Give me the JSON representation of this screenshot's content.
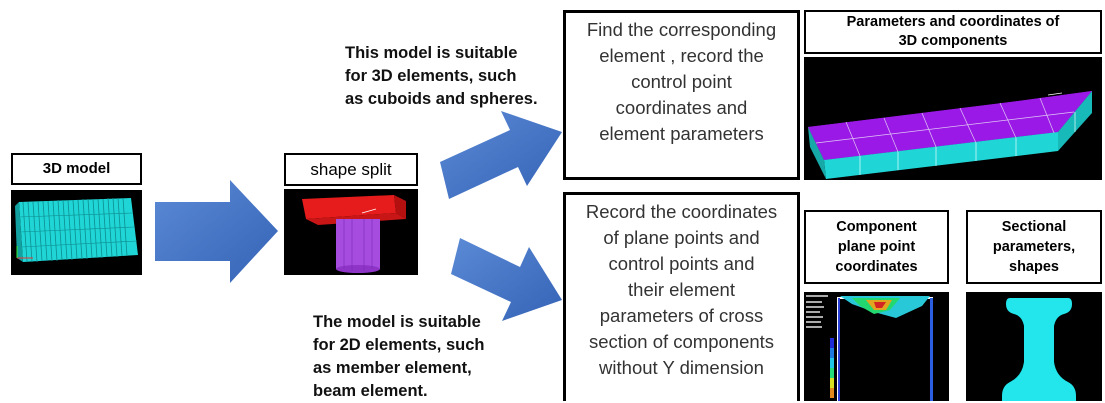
{
  "labels": {
    "model_3d": "3D model",
    "shape_split": "shape split",
    "params_3d": [
      "Parameters and coordinates of",
      "3D components"
    ],
    "component_plane": [
      "Component",
      "plane point",
      "coordinates"
    ],
    "sectional": [
      "Sectional",
      "parameters,",
      "shapes"
    ]
  },
  "notes": {
    "suitable_3d": [
      "This model is suitable",
      "for 3D elements, such",
      "as cuboids and spheres."
    ],
    "suitable_2d": [
      "The model is suitable",
      "for 2D elements, such",
      "as member element,",
      "beam element."
    ]
  },
  "boxes": {
    "find_element": [
      "Find the corresponding",
      "element , record the",
      "control point",
      "coordinates and",
      "element parameters"
    ],
    "record_coords": [
      "Record the coordinates",
      "of plane points and",
      "control points and",
      "their element",
      "parameters of cross",
      "section of components",
      "without Y dimension"
    ]
  },
  "colors": {
    "arrow": "#4a78c8",
    "cyan_mesh": "#1fd5d5",
    "purple_top": "#9b19e6",
    "red_block": "#e61c1c",
    "violet_cylinder": "#a64de0",
    "section_fill": "#22e6ec"
  }
}
